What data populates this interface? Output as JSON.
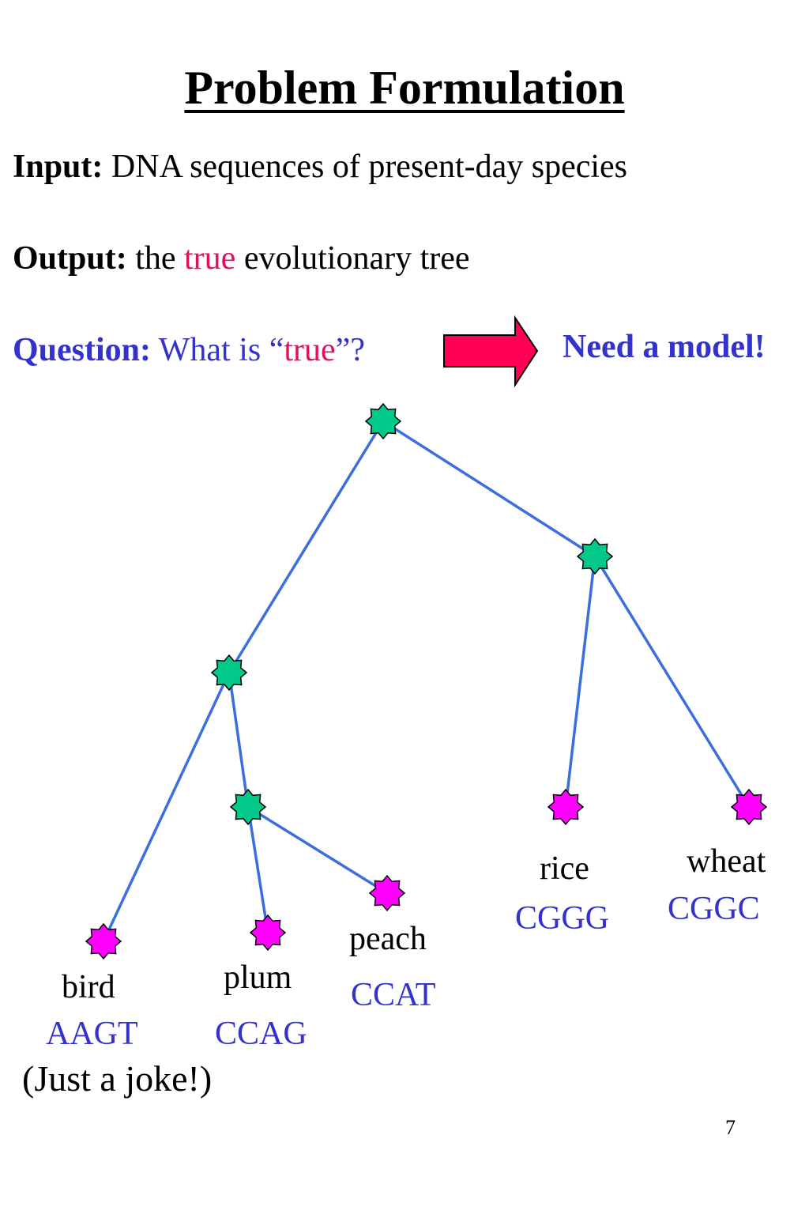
{
  "title": "Problem Formulation",
  "input": {
    "label": "Input:",
    "text": "DNA sequences of present-day species"
  },
  "output": {
    "label": "Output:",
    "pre": "the",
    "highlight": "true",
    "post": "evolutionary tree"
  },
  "question": {
    "label": "Question:",
    "pre": "What is “",
    "highlight": "true",
    "post": "”?"
  },
  "need_model": "Need a model!",
  "leaves": [
    {
      "name": "bird",
      "sequence": "AAGT"
    },
    {
      "name": "plum",
      "sequence": "CCAG"
    },
    {
      "name": "peach",
      "sequence": "CCAT"
    },
    {
      "name": "rice",
      "sequence": "CGGG"
    },
    {
      "name": "wheat",
      "sequence": "CGGC"
    }
  ],
  "joke": "(Just a joke!)",
  "page_number": "7",
  "colors": {
    "edge": "#3b6fe0",
    "internal_node": "#00c98a",
    "leaf_node": "#ff00ff",
    "arrow": "#ff0055",
    "highlight": "#e0115f",
    "question_text": "#3333cc"
  }
}
